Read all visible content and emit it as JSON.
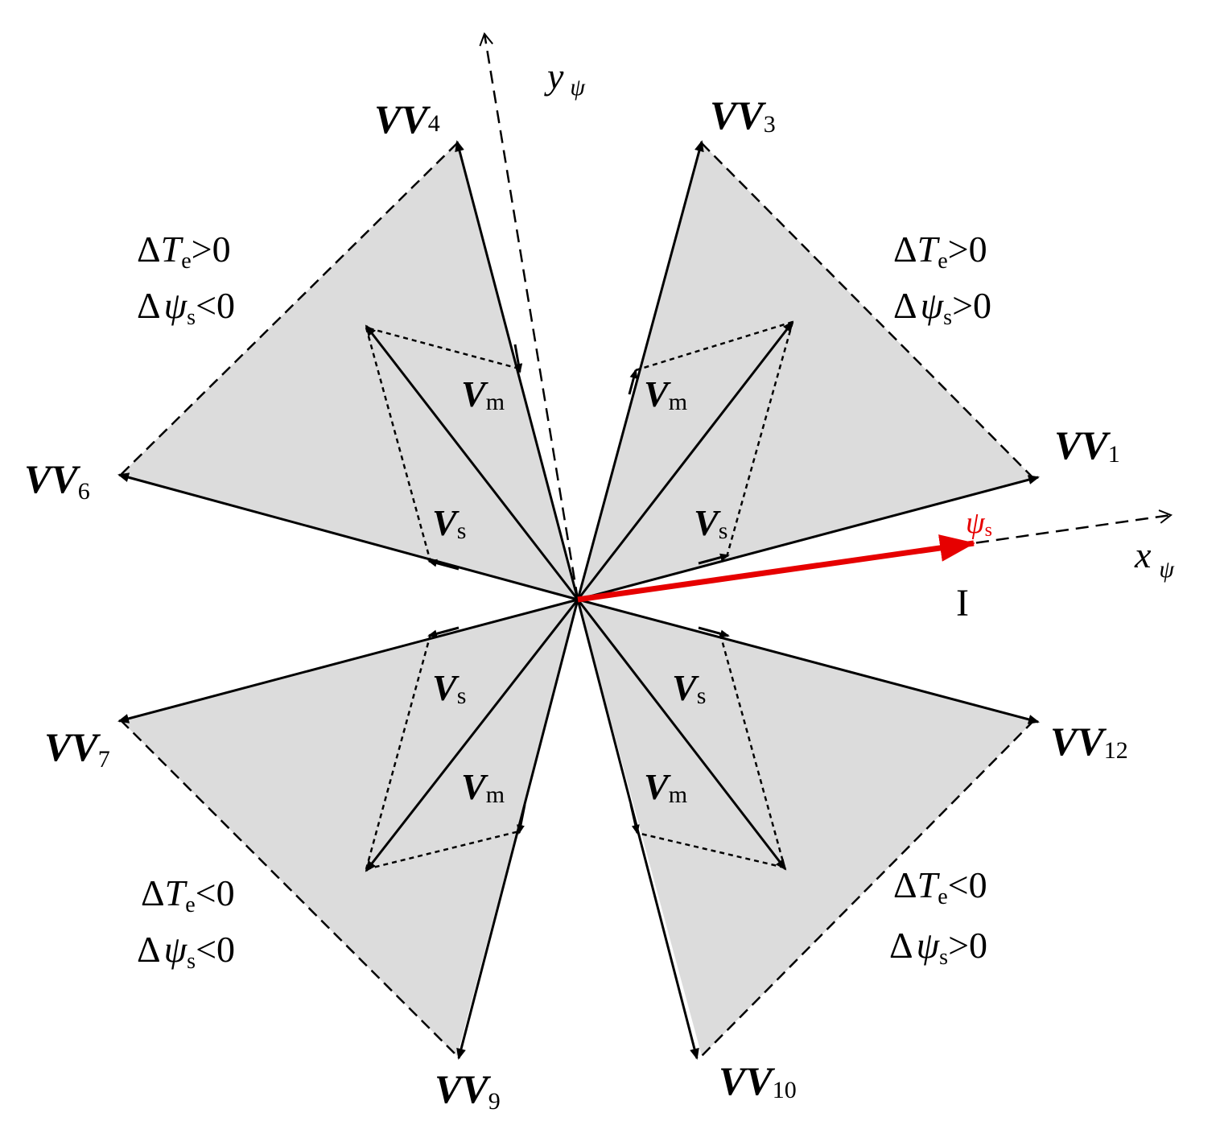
{
  "axes": {
    "y_main": "y",
    "y_sub": "ψ",
    "x_main": "x",
    "x_sub": "ψ"
  },
  "vectors": {
    "vv_main": "VV",
    "vv1_sub": "1",
    "vv3_sub": "3",
    "vv4_sub": "4",
    "vv6_sub": "6",
    "vv7_sub": "7",
    "vv9_sub": "9",
    "vv10_sub": "10",
    "vv12_sub": "12"
  },
  "components": {
    "vm_main": "V",
    "vm_sub": "m",
    "vs_main": "V",
    "vs_sub": "s"
  },
  "flux": {
    "label_main": "ψ",
    "label_sub": "s",
    "color": "#e60000"
  },
  "region_label": "I",
  "conditions": {
    "delta": "Δ",
    "T": "T",
    "T_sub": "e",
    "psi": "ψ",
    "psi_sub": "s",
    "gt0": ">0",
    "lt0": "<0"
  },
  "colors": {
    "fill": "#dcdcdc",
    "line": "#000000"
  }
}
